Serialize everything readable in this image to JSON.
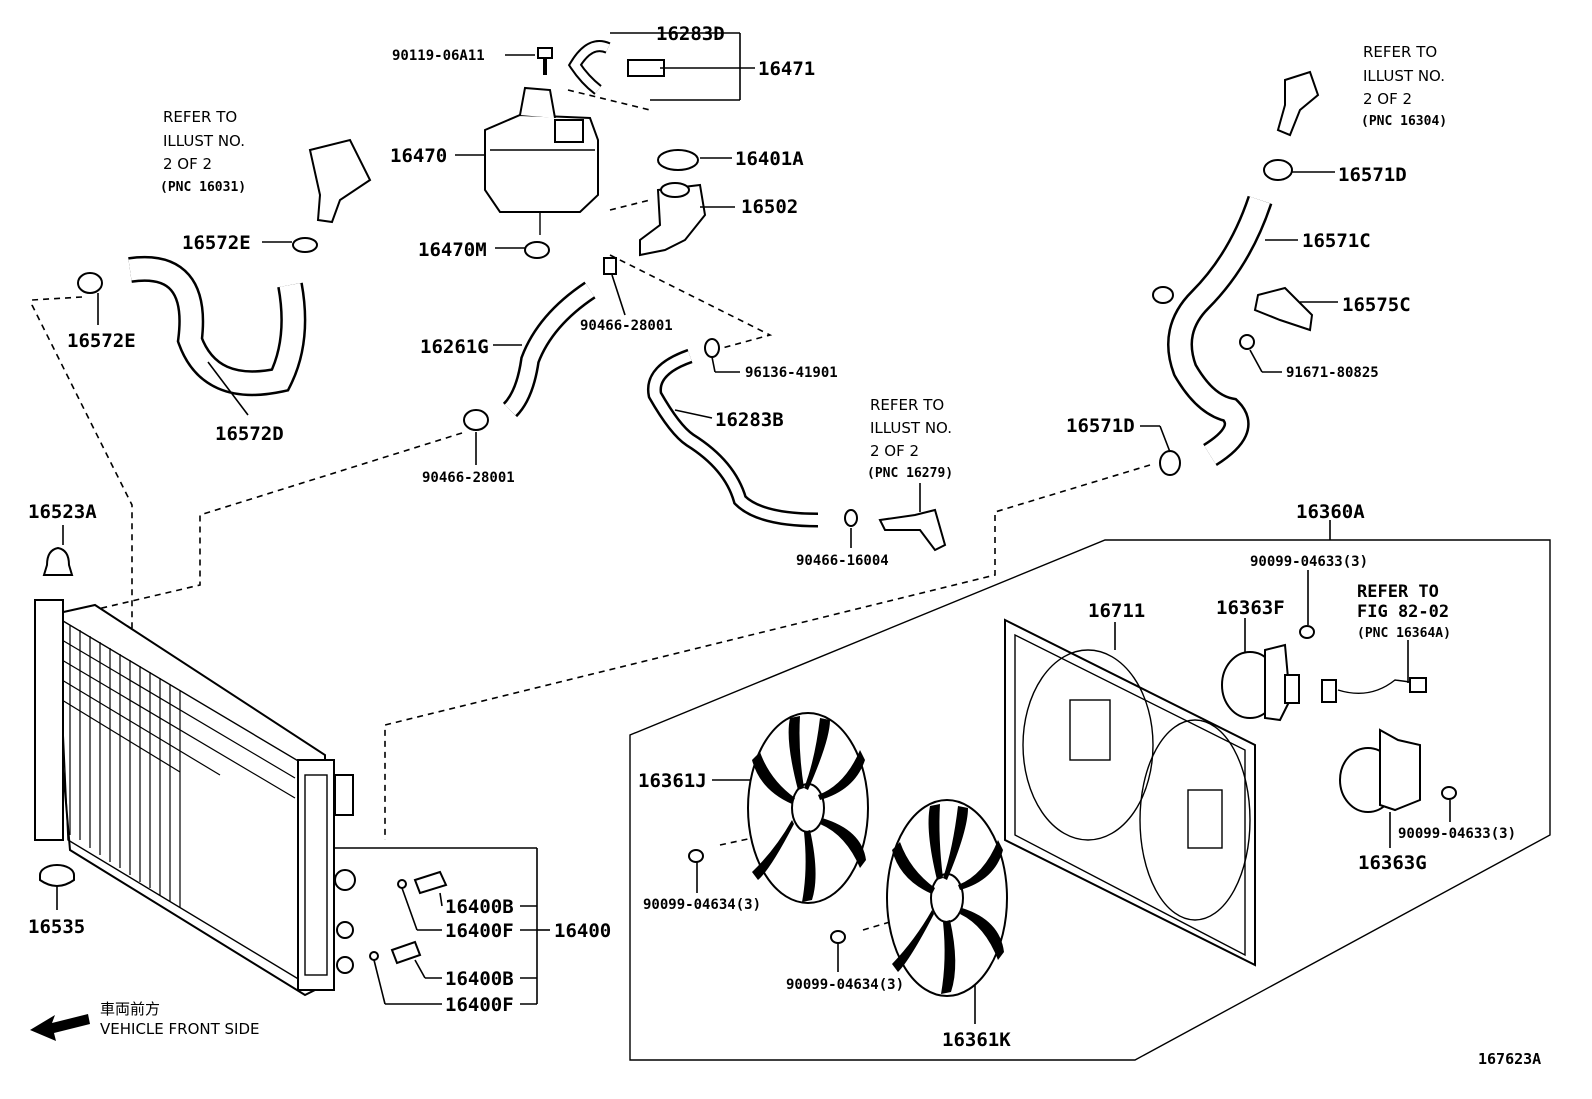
{
  "diagram_id": "167623A",
  "direction": {
    "jp": "車両前方",
    "en": "VEHICLE FRONT SIDE"
  },
  "notes": {
    "n16031": {
      "l1": "REFER TO",
      "l2": "ILLUST NO.",
      "l3": "2 OF 2",
      "l4": "(PNC 16031)"
    },
    "n16304": {
      "l1": "REFER TO",
      "l2": "ILLUST NO.",
      "l3": "2 OF 2",
      "l4": "(PNC 16304)"
    },
    "n16279": {
      "l1": "REFER TO",
      "l2": "ILLUST NO.",
      "l3": "2 OF 2",
      "l4": "(PNC 16279)"
    },
    "n16364A": {
      "l1": "REFER TO",
      "l2": "FIG 82-02",
      "l3": "(PNC 16364A)"
    }
  },
  "parts": {
    "p90119": "90119-06A11",
    "p16283D": "16283D",
    "p16471": "16471",
    "p16470": "16470",
    "p16401A": "16401A",
    "p16502": "16502",
    "p16470M": "16470M",
    "p16572E_a": "16572E",
    "p16572E_b": "16572E",
    "p16572D": "16572D",
    "p16261G": "16261G",
    "p90466_a": "90466-28001",
    "p90466_b": "90466-28001",
    "p96136": "96136-41901",
    "p16283B": "16283B",
    "p90466_16004": "90466-16004",
    "p16571D_a": "16571D",
    "p16571D_b": "16571D",
    "p16571C": "16571C",
    "p16575C": "16575C",
    "p91671": "91671-80825",
    "p16523A": "16523A",
    "p16535": "16535",
    "p16360A": "16360A",
    "p90099_3a": "90099-04633(3)",
    "p90099_3b": "90099-04633(3)",
    "p16711": "16711",
    "p16363F": "16363F",
    "p16363G": "16363G",
    "p16361J": "16361J",
    "p16361K": "16361K",
    "p90099_4a": "90099-04634(3)",
    "p90099_4b": "90099-04634(3)",
    "p16400B_a": "16400B",
    "p16400F_a": "16400F",
    "p16400B_b": "16400B",
    "p16400F_b": "16400F",
    "p16400": "16400"
  }
}
